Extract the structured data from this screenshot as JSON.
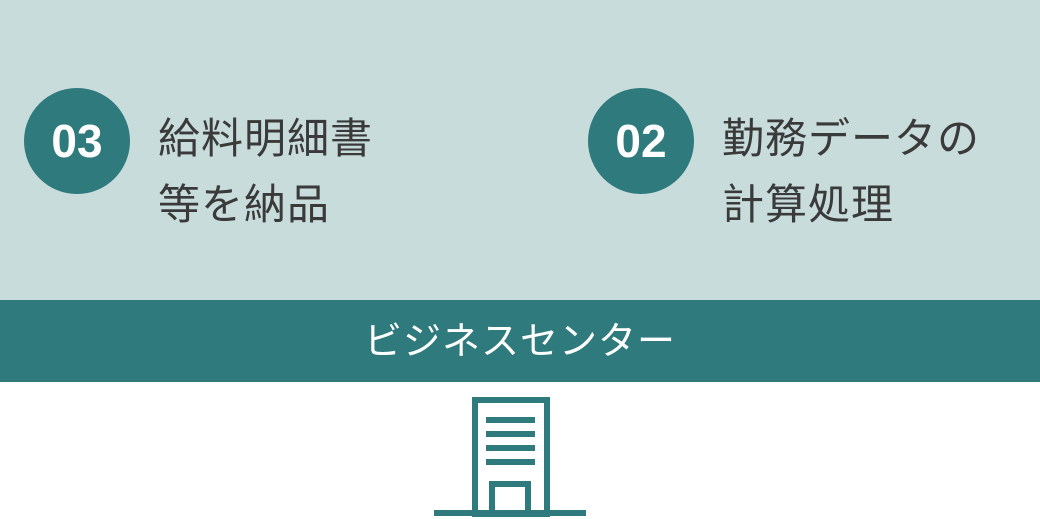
{
  "steps": [
    {
      "number": "03",
      "lines": [
        "給料明細書",
        "等を納品"
      ]
    },
    {
      "number": "02",
      "lines": [
        "勤務データの",
        "計算処理"
      ]
    }
  ],
  "band": {
    "label": "ビジネスセンター"
  },
  "icons": {
    "building": "building-icon"
  },
  "colors": {
    "panel_background": "#c9dcdc",
    "accent": "#2f7a7c",
    "text": "#3a3a3a",
    "background": "#ffffff"
  }
}
